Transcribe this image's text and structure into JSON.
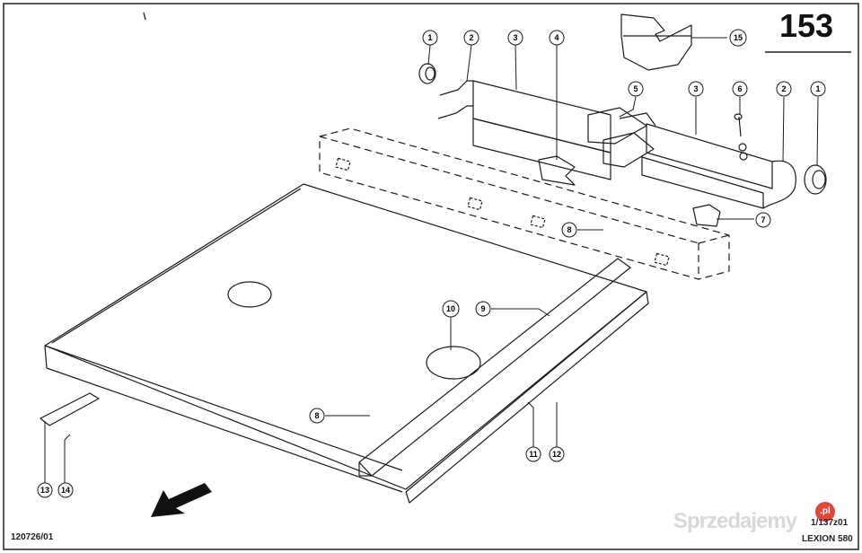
{
  "page": {
    "page_number": "153",
    "document_id": "120726/01",
    "drawing_id": "1/137z01",
    "model": "LEXION 580",
    "watermark_text": "Sprzedajemy",
    "watermark_badge": ".pl"
  },
  "callouts": [
    {
      "id": "c1a",
      "label": "1"
    },
    {
      "id": "c2a",
      "label": "2"
    },
    {
      "id": "c3a",
      "label": "3"
    },
    {
      "id": "c4",
      "label": "4"
    },
    {
      "id": "c15",
      "label": "15"
    },
    {
      "id": "c5",
      "label": "5"
    },
    {
      "id": "c3b",
      "label": "3"
    },
    {
      "id": "c6",
      "label": "6"
    },
    {
      "id": "c2b",
      "label": "2"
    },
    {
      "id": "c1b",
      "label": "1"
    },
    {
      "id": "c7",
      "label": "7"
    },
    {
      "id": "c8a",
      "label": "8"
    },
    {
      "id": "c9",
      "label": "9"
    },
    {
      "id": "c10",
      "label": "10"
    },
    {
      "id": "c8b",
      "label": "8"
    },
    {
      "id": "c11",
      "label": "11"
    },
    {
      "id": "c12",
      "label": "12"
    },
    {
      "id": "c13",
      "label": "13"
    },
    {
      "id": "c14",
      "label": "14"
    }
  ],
  "colors": {
    "line": "#1a1a1a",
    "paper": "#ffffff",
    "badge": "#e0473a"
  }
}
